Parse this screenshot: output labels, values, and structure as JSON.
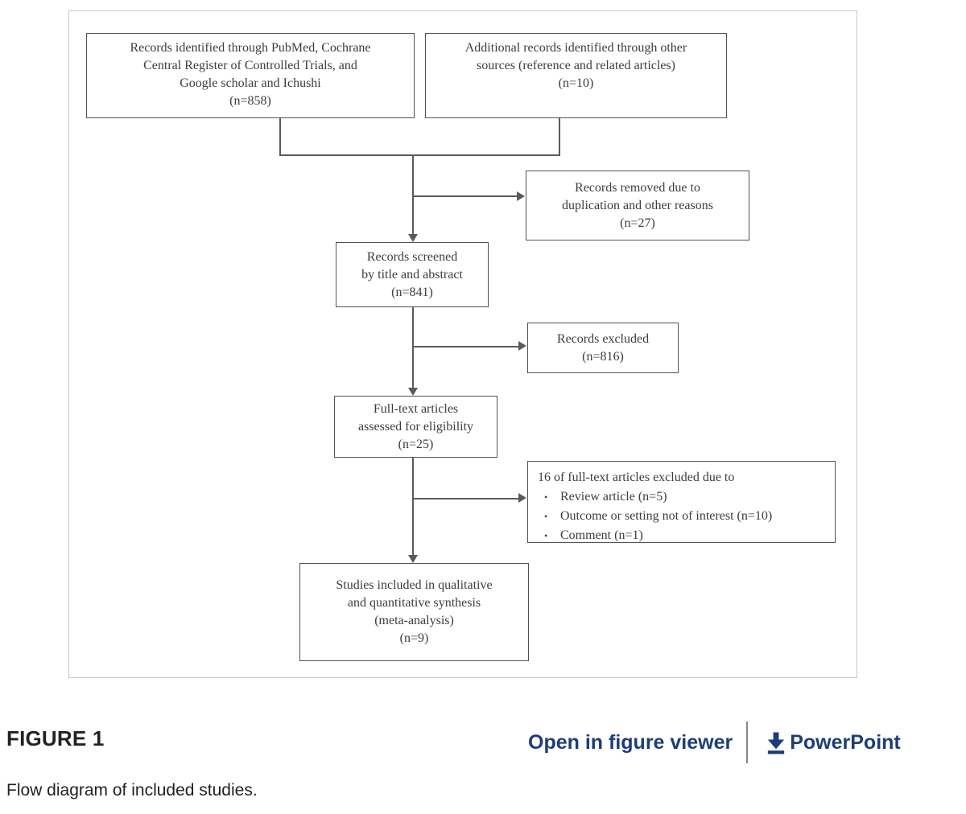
{
  "flowchart": {
    "boxes": {
      "identified": {
        "text": "Records identified through PubMed, Cochrane\nCentral Register of Controlled Trials, and\nGoogle scholar and Ichushi\n(n=858)"
      },
      "additional": {
        "text": "Additional records identified through other\nsources (reference and related articles)\n(n=10)"
      },
      "removed": {
        "text": "Records removed due to\nduplication and other reasons\n(n=27)"
      },
      "screened": {
        "text": "Records screened\nby title and abstract\n(n=841)"
      },
      "excluded": {
        "text": "Records excluded\n(n=816)"
      },
      "fulltext": {
        "text": "Full-text articles\nassessed for eligibility\n(n=25)"
      },
      "fulltext_excluded": {
        "heading": "16 of full-text articles excluded due to",
        "bullet_char": "•",
        "bullets": [
          "Review article (n=5)",
          "Outcome or setting not of interest (n=10)",
          "Comment (n=1)"
        ]
      },
      "included": {
        "text": "Studies included in qualitative\nand quantitative synthesis\n(meta-analysis)\n(n=9)"
      }
    },
    "line_color": "#5a5a5a"
  },
  "footer": {
    "figure_label": "FIGURE 1",
    "caption": "Flow diagram of included studies.",
    "open_in_viewer_label": "Open in figure viewer",
    "powerpoint_label": "PowerPoint",
    "download_icon": "download-arrow-icon",
    "link_color": "#1e3d78"
  }
}
